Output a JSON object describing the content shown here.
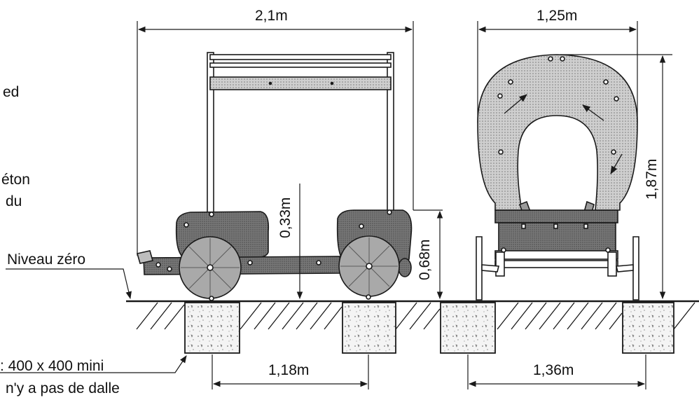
{
  "labels": {
    "left_fragment_1": "ed",
    "left_fragment_2": "éton",
    "left_fragment_3": "du",
    "ground_level": "Niveau zéro",
    "footing_size": ": 400 x 400 mini",
    "no_slab": "n'y a pas de dalle"
  },
  "dimensions": {
    "side_length": "2,1m",
    "front_width": "1,25m",
    "front_height": "1,87m",
    "side_low_height": "0,33m",
    "side_high_height": "0,68m",
    "side_footing_spacing": "1,18m",
    "front_footing_spacing": "1,36m"
  },
  "colors": {
    "line": "#1a1a1a",
    "body_fill": "#6e6e6e",
    "canopy_fill": "#c8c8c8",
    "wheel_fill": "#a9a9a9",
    "concrete_fill": "#f2f2f2"
  }
}
